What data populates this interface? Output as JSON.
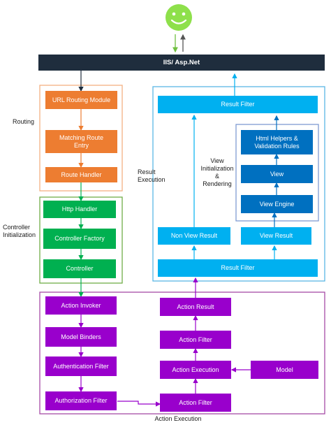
{
  "top_bar": "IIS/ Asp.Net",
  "labels": {
    "routing": "Routing",
    "controller_init": "Controller\nInitialization",
    "result_execution": "Result\nExecution",
    "view_init": "View\nInitialization\n&\nRendering",
    "action_execution": "Action Execution"
  },
  "routing_boxes": [
    "URL Routing Module",
    "Matching Route\nEntry",
    "Route Handler"
  ],
  "controller_boxes": [
    "Http Handler",
    "Controller Factory",
    "Controller"
  ],
  "action_left_boxes": [
    "Action Invoker",
    "Model Binders",
    "Authentication Filter",
    "Authorization Filter"
  ],
  "action_right_boxes": [
    "Action Result",
    "Action Filter",
    "Action Execution",
    "Action Filter"
  ],
  "model_box": "Model",
  "result_boxes": {
    "result_filter_top": "Result Filter",
    "html_helpers": "Html Helpers &\nValidation Rules",
    "view": "View",
    "view_engine": "View Engine",
    "non_view_result": "Non View Result",
    "view_result": "View Result",
    "result_filter_bottom": "Result Filter"
  },
  "colors": {
    "dark_bar": "#1f2d3d",
    "orange": "#ed7d31",
    "orange_border": "#f4b183",
    "green": "#00b050",
    "green_border": "#70ad47",
    "purple": "#9900cc",
    "purple_border": "#a64ca6",
    "light_blue": "#00b0f0",
    "light_blue_border": "#5bb7e5",
    "dark_blue": "#0070c0",
    "dark_blue_border": "#7f9bd3",
    "smiley": "#8ee04b"
  }
}
